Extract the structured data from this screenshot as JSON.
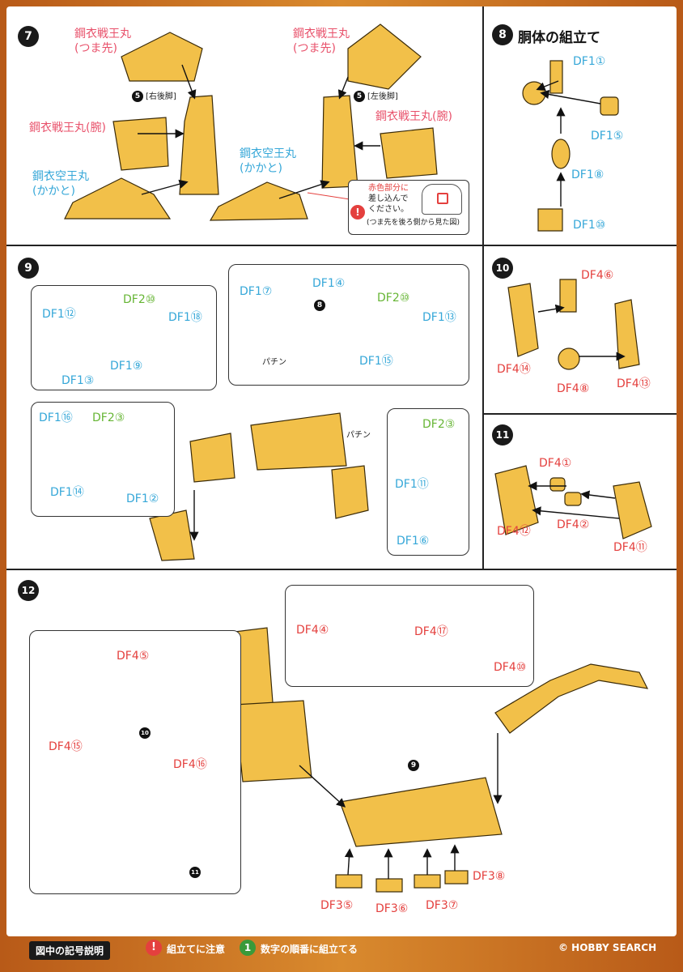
{
  "colors": {
    "part": "#f2c049",
    "part_dark": "#c78f1d",
    "blue": "#35a7d8",
    "pink": "#e8506a",
    "red": "#e4403e",
    "green": "#66b534"
  },
  "step7": {
    "num": "7",
    "top_left_name": "鋼衣戦王丸",
    "top_left_sub": "(つま先)",
    "top_right_name": "鋼衣戦王丸",
    "top_right_sub": "(つま先)",
    "right_leg": "[右後脚]",
    "left_leg": "[左後脚]",
    "mid_left_name": "鋼衣戦王丸(腕)",
    "mid_right_name": "鋼衣戦王丸(腕)",
    "heel_left_name": "鋼衣空王丸",
    "heel_left_sub": "(かかと)",
    "heel_mid_name": "鋼衣空王丸",
    "heel_mid_sub": "(かかと)",
    "marker5a": "5",
    "marker5b": "5",
    "warn_line1": "赤色部分に",
    "warn_line2": "差し込んで",
    "warn_line3": "ください。",
    "warn_line4": "(つま先を後ろ側から見た図)"
  },
  "step8": {
    "num": "8",
    "title": "胴体の組立て",
    "p1": "DF1①",
    "p5": "DF1⑤",
    "p8": "DF1⑧",
    "p10": "DF1⑩"
  },
  "step9": {
    "num": "9",
    "a_df2_10": "DF2⑩",
    "a_df1_12": "DF1⑫",
    "a_df1_18": "DF1⑱",
    "a_df1_9": "DF1⑨",
    "a_df1_3": "DF1③",
    "b_df1_7": "DF1⑦",
    "b_df1_4": "DF1④",
    "b_df2_10": "DF2⑩",
    "b_df1_13": "DF1⑬",
    "b_df1_15": "DF1⑮",
    "b_marker": "8",
    "c_df1_16": "DF1⑯",
    "c_df2_3": "DF2③",
    "c_df1_14": "DF1⑭",
    "c_df1_2": "DF1②",
    "d_df2_3": "DF2③",
    "d_df1_11": "DF1⑪",
    "d_df1_6": "DF1⑥",
    "pachin": "パチン"
  },
  "step10": {
    "num": "10",
    "p6": "DF4⑥",
    "p14": "DF4⑭",
    "p8": "DF4⑧",
    "p13": "DF4⑬"
  },
  "step11": {
    "num": "11",
    "p1": "DF4①",
    "p12": "DF4⑫",
    "p2": "DF4②",
    "p11": "DF4⑪"
  },
  "step12": {
    "num": "12",
    "t_df4_4": "DF4④",
    "t_df4_17": "DF4⑰",
    "t_df4_10": "DF4⑩",
    "l_df4_5": "DF4⑤",
    "l_df4_15": "DF4⑮",
    "l_df4_16": "DF4⑯",
    "l_m10": "10",
    "l_m11": "11",
    "m9": "9",
    "b_df3_5": "DF3⑤",
    "b_df3_6": "DF3⑥",
    "b_df3_7": "DF3⑦",
    "b_df3_8": "DF3⑧"
  },
  "footer": {
    "legend": "図中の記号説明",
    "caution": "組立てに注意",
    "order_icon": "1",
    "order": "数字の順番に組立てる",
    "watermark": "© HOBBY SEARCH"
  }
}
